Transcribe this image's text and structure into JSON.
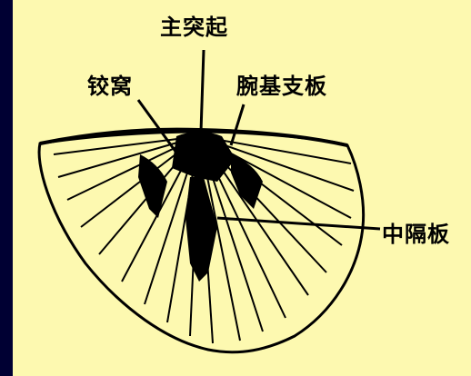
{
  "labels": {
    "main_process": "主突起",
    "socket": "铰窝",
    "chilidial_plate": "腕基支板",
    "median_septum": "中隔板"
  },
  "colors": {
    "background": "#000033",
    "panel": "#fdf9b0",
    "ink": "#000000"
  }
}
